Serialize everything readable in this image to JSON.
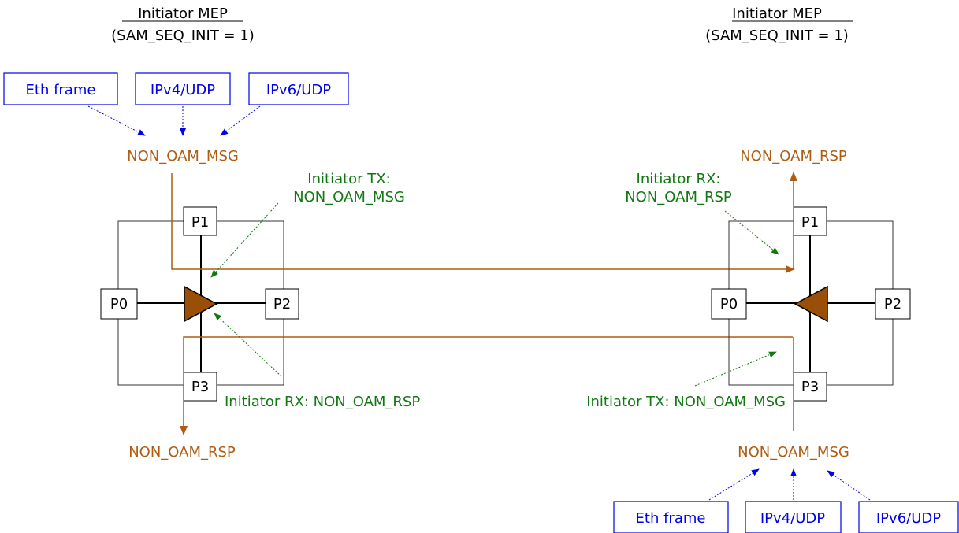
{
  "colors": {
    "blue": "#0000ee",
    "brown": "#b05c10",
    "green": "#117711",
    "black": "#000000",
    "triangle": "#9a4f08"
  },
  "left": {
    "title": "Initiator MEP",
    "subtitle": "(SAM_SEQ_INIT = 1)",
    "sources": [
      "Eth frame",
      "IPv4/UDP",
      "IPv6/UDP"
    ],
    "msg_label": "NON_OAM_MSG",
    "rsp_label": "NON_OAM_RSP",
    "tx_note_line1": "Initiator TX:",
    "tx_note_line2": "NON_OAM_MSG",
    "rx_note": "Initiator RX: NON_OAM_RSP",
    "ports": [
      "P0",
      "P1",
      "P2",
      "P3"
    ]
  },
  "right": {
    "title": "Initiator MEP",
    "subtitle": "(SAM_SEQ_INIT = 1)",
    "sources": [
      "Eth frame",
      "IPv4/UDP",
      "IPv6/UDP"
    ],
    "msg_label": "NON_OAM_MSG",
    "rsp_label": "NON_OAM_RSP",
    "rx_note_line1": "Initiator RX:",
    "rx_note_line2": "NON_OAM_RSP",
    "tx_note": "Initiator TX: NON_OAM_MSG",
    "ports": [
      "P0",
      "P1",
      "P2",
      "P3"
    ]
  }
}
